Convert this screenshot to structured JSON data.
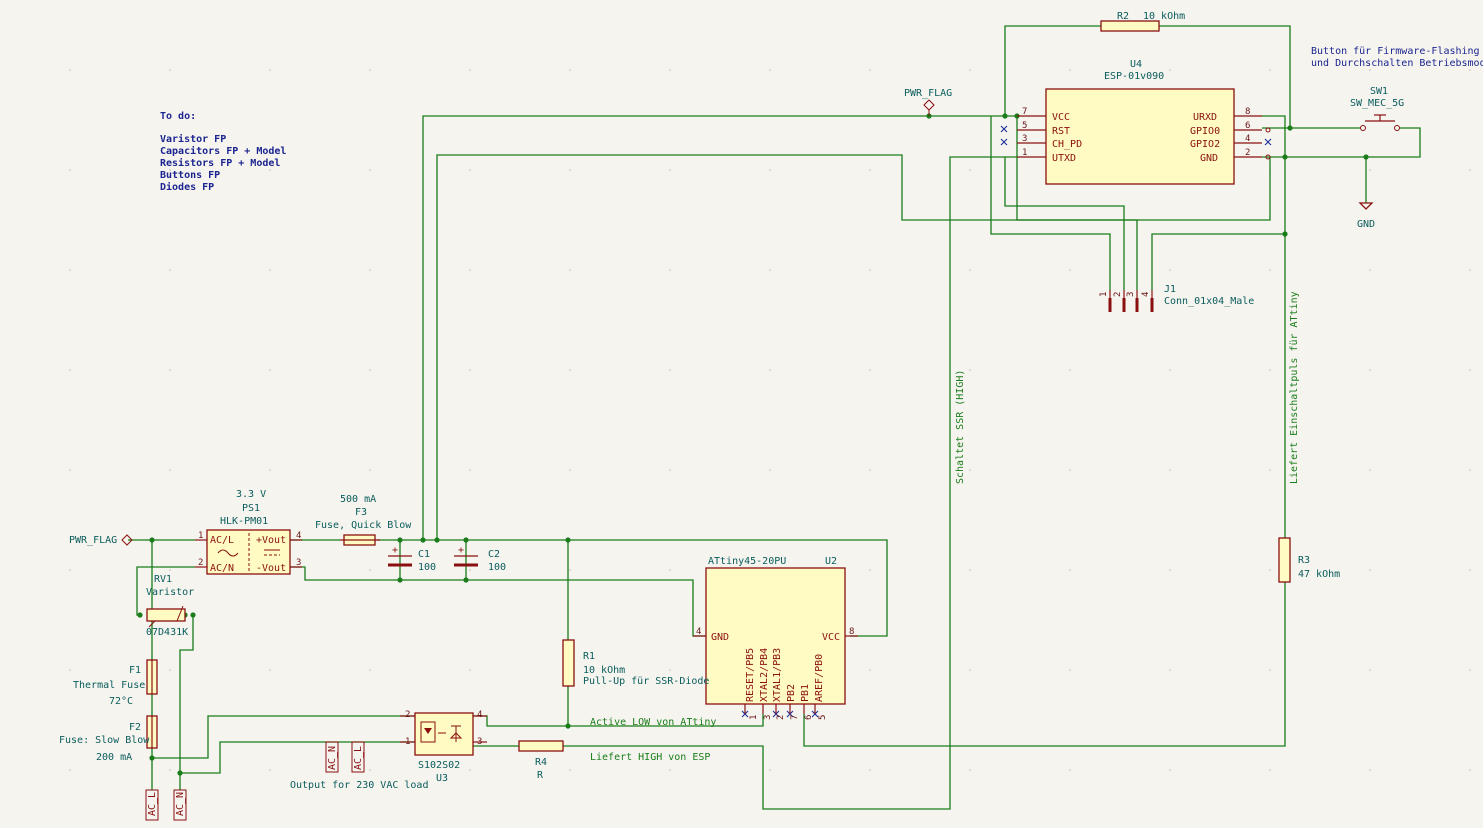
{
  "todo": {
    "title": "To do:",
    "items": [
      "Varistor FP",
      "Capacitors FP + Model",
      "Resistors FP + Model",
      "Buttons FP",
      "Diodes FP"
    ]
  },
  "note": {
    "line1": "Button für Firmware-Flashing",
    "line2": "und Durchschalten Betriebsmodi"
  },
  "components": {
    "r2": {
      "ref": "R2",
      "value": "10 kOhm"
    },
    "u4": {
      "ref": "U4",
      "value": "ESP-01v090",
      "pins_left": [
        {
          "num": "7",
          "name": "VCC"
        },
        {
          "num": "5",
          "name": "RST"
        },
        {
          "num": "3",
          "name": "CH_PD"
        },
        {
          "num": "1",
          "name": "UTXD"
        }
      ],
      "pins_right": [
        {
          "num": "8",
          "name": "URXD"
        },
        {
          "num": "6",
          "name": "GPIO0"
        },
        {
          "num": "4",
          "name": "GPIO2"
        },
        {
          "num": "2",
          "name": "GND"
        }
      ]
    },
    "sw1": {
      "ref": "SW1",
      "value": "SW_MEC_5G"
    },
    "j1": {
      "ref": "J1",
      "value": "Conn_01x04_Male",
      "pins": [
        "1",
        "2",
        "3",
        "4"
      ]
    },
    "ps1": {
      "ref": "PS1",
      "value": "HLK-PM01",
      "extra": "3.3 V",
      "pins": [
        {
          "num": "1",
          "name": "AC/L"
        },
        {
          "num": "2",
          "name": "AC/N"
        },
        {
          "num": "4",
          "name": "+Vout"
        },
        {
          "num": "3",
          "name": "-Vout"
        }
      ]
    },
    "f3": {
      "ref": "F3",
      "value": "Fuse, Quick Blow",
      "extra": "500 mA"
    },
    "c1": {
      "ref": "C1",
      "value": "100"
    },
    "c2": {
      "ref": "C2",
      "value": "100"
    },
    "rv1": {
      "ref": "RV1",
      "value": "Varistor",
      "extra": "07D431K"
    },
    "f1": {
      "ref": "F1",
      "value": "Thermal Fuse",
      "extra": "72°C"
    },
    "f2": {
      "ref": "F2",
      "value": "Fuse: Slow Blow",
      "extra": "200 mA"
    },
    "u2": {
      "ref": "U2",
      "value": "ATtiny45-20PU",
      "gnd": {
        "num": "4",
        "name": "GND"
      },
      "vcc": {
        "num": "8",
        "name": "VCC"
      },
      "bottom": [
        {
          "num": "1",
          "name": "RESET/PB5"
        },
        {
          "num": "3",
          "name": "XTAL2/PB4"
        },
        {
          "num": "2",
          "name": "XTAL1/PB3"
        },
        {
          "num": "7",
          "name": "PB2"
        },
        {
          "num": "6",
          "name": "PB1"
        },
        {
          "num": "5",
          "name": "AREF/PB0"
        }
      ]
    },
    "r1": {
      "ref": "R1",
      "value": "10 kOhm",
      "extra": "Pull-Up für SSR-Diode"
    },
    "r3": {
      "ref": "R3",
      "value": "47 kOhm"
    },
    "r4": {
      "ref": "R4",
      "value": "R"
    },
    "u3": {
      "ref": "U3",
      "value": "S102S02",
      "pins": [
        "2",
        "1",
        "4",
        "3"
      ]
    }
  },
  "power": {
    "pwr_flag": "PWR_FLAG",
    "gnd": "GND"
  },
  "ports": {
    "ac_l": "AC_L",
    "ac_n": "AC_N"
  },
  "wire_labels": {
    "schaltet": "Schaltet SSR (HIGH)",
    "einschalt": "Liefert Einschaltpuls für ATtiny",
    "active_low": "Active LOW von ATtiny",
    "high_esp": "Liefert HIGH von ESP",
    "output": "Output for 230 VAC load"
  },
  "colors": {
    "wire": "#1a7d1a",
    "body_stroke": "#8a1010",
    "body_fill": "#fffbc2",
    "ref_text": "#0a5c5c",
    "note_text": "#1c2590",
    "background": "#f5f4ef"
  }
}
